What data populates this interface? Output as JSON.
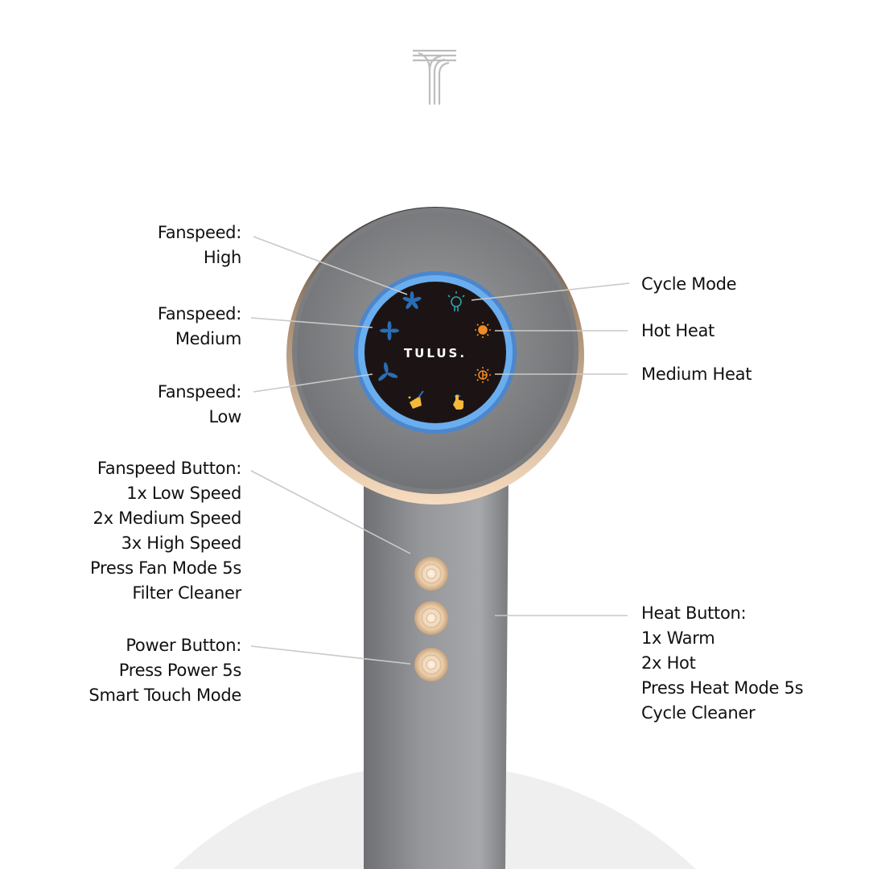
{
  "logo": {
    "letter": "T"
  },
  "display": {
    "brand": "TULUS."
  },
  "labels_left": [
    {
      "id": "fan-high",
      "lines": [
        "Fanspeed:",
        "High"
      ]
    },
    {
      "id": "fan-medium",
      "lines": [
        "Fanspeed:",
        "Medium"
      ]
    },
    {
      "id": "fan-low",
      "lines": [
        "Fanspeed:",
        "Low"
      ]
    },
    {
      "id": "fan-button",
      "lines": [
        "Fanspeed Button:",
        "1x Low Speed",
        "2x Medium Speed",
        "3x High Speed",
        "Press Fan Mode 5s",
        "Filter Cleaner"
      ]
    },
    {
      "id": "power-button",
      "lines": [
        "Power Button:",
        "Press Power 5s",
        "Smart Touch Mode"
      ]
    }
  ],
  "labels_right": [
    {
      "id": "cycle-mode",
      "lines": [
        "Cycle Mode"
      ]
    },
    {
      "id": "hot-heat",
      "lines": [
        "Hot Heat"
      ]
    },
    {
      "id": "medium-heat",
      "lines": [
        "Medium Heat"
      ]
    },
    {
      "id": "heat-button",
      "lines": [
        "Heat Button:",
        "1x Warm",
        "2x Hot",
        "Press Heat Mode 5s",
        "Cycle Cleaner"
      ]
    }
  ],
  "colors": {
    "fan_icon": "#2a6db5",
    "heat_icon": "#f08a24",
    "cycle_icon": "#2aa3a8",
    "ring": "#5fa2e8",
    "body": "#8f9194",
    "accent_gold": "#d9b48a"
  }
}
